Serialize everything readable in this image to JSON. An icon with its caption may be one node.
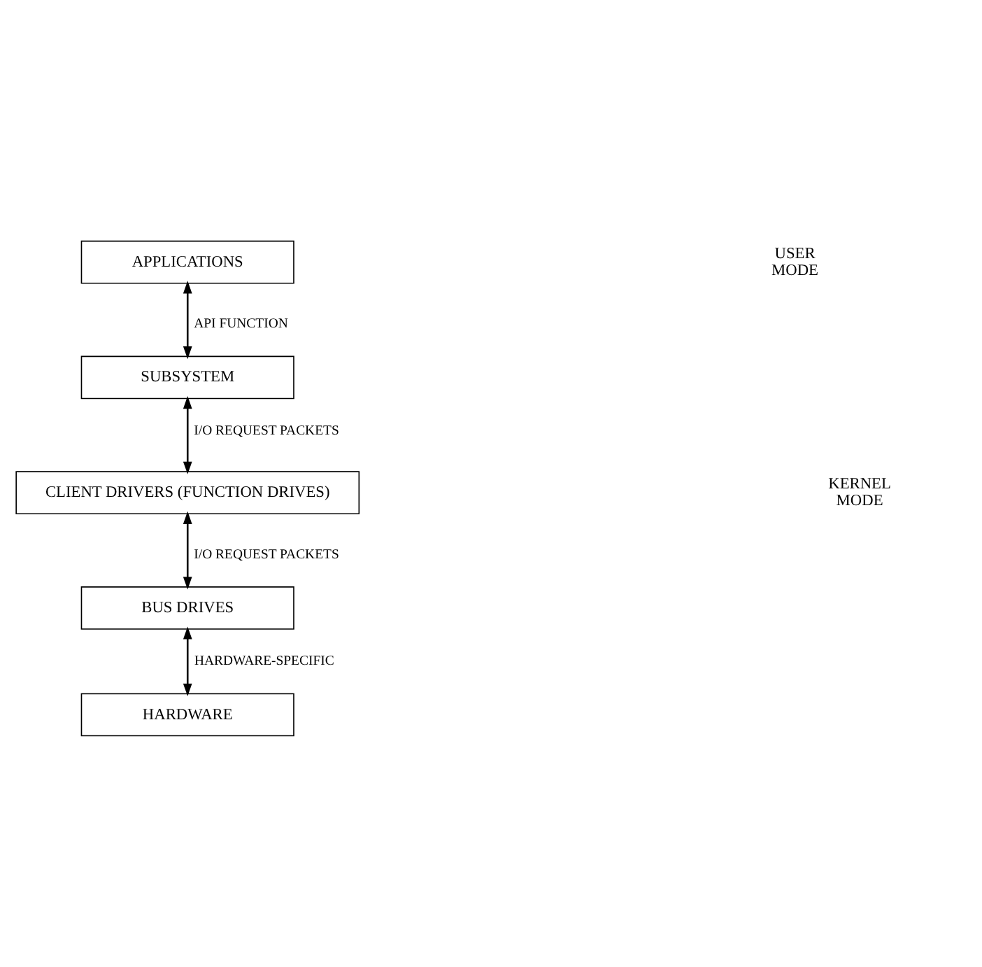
{
  "diagram": {
    "nodes": [
      {
        "text": [
          "APPLICATIONS"
        ]
      },
      {
        "text": [
          "SUBSYSTEM"
        ]
      },
      {
        "text": [
          "CLIENT DRIVERS (FUNCTION DRIVES)"
        ]
      },
      {
        "text": [
          "BUS DRIVES"
        ]
      },
      {
        "text": [
          "HARDWARE"
        ]
      }
    ],
    "edges": [
      {
        "from": 0,
        "to": 1,
        "arrow": "both",
        "label": "API FUNCTION"
      },
      {
        "from": 1,
        "to": 2,
        "arrow": "both",
        "label": "I/O REQUEST PACKETS"
      },
      {
        "from": 2,
        "to": 3,
        "arrow": "both",
        "label": "I/O REQUEST PACKETS"
      },
      {
        "from": 3,
        "to": 4,
        "arrow": "both",
        "label": "HARDWARE-SPECIFIC"
      }
    ],
    "labels": [
      "USER MODE",
      "KERNEL MODE"
    ]
  }
}
